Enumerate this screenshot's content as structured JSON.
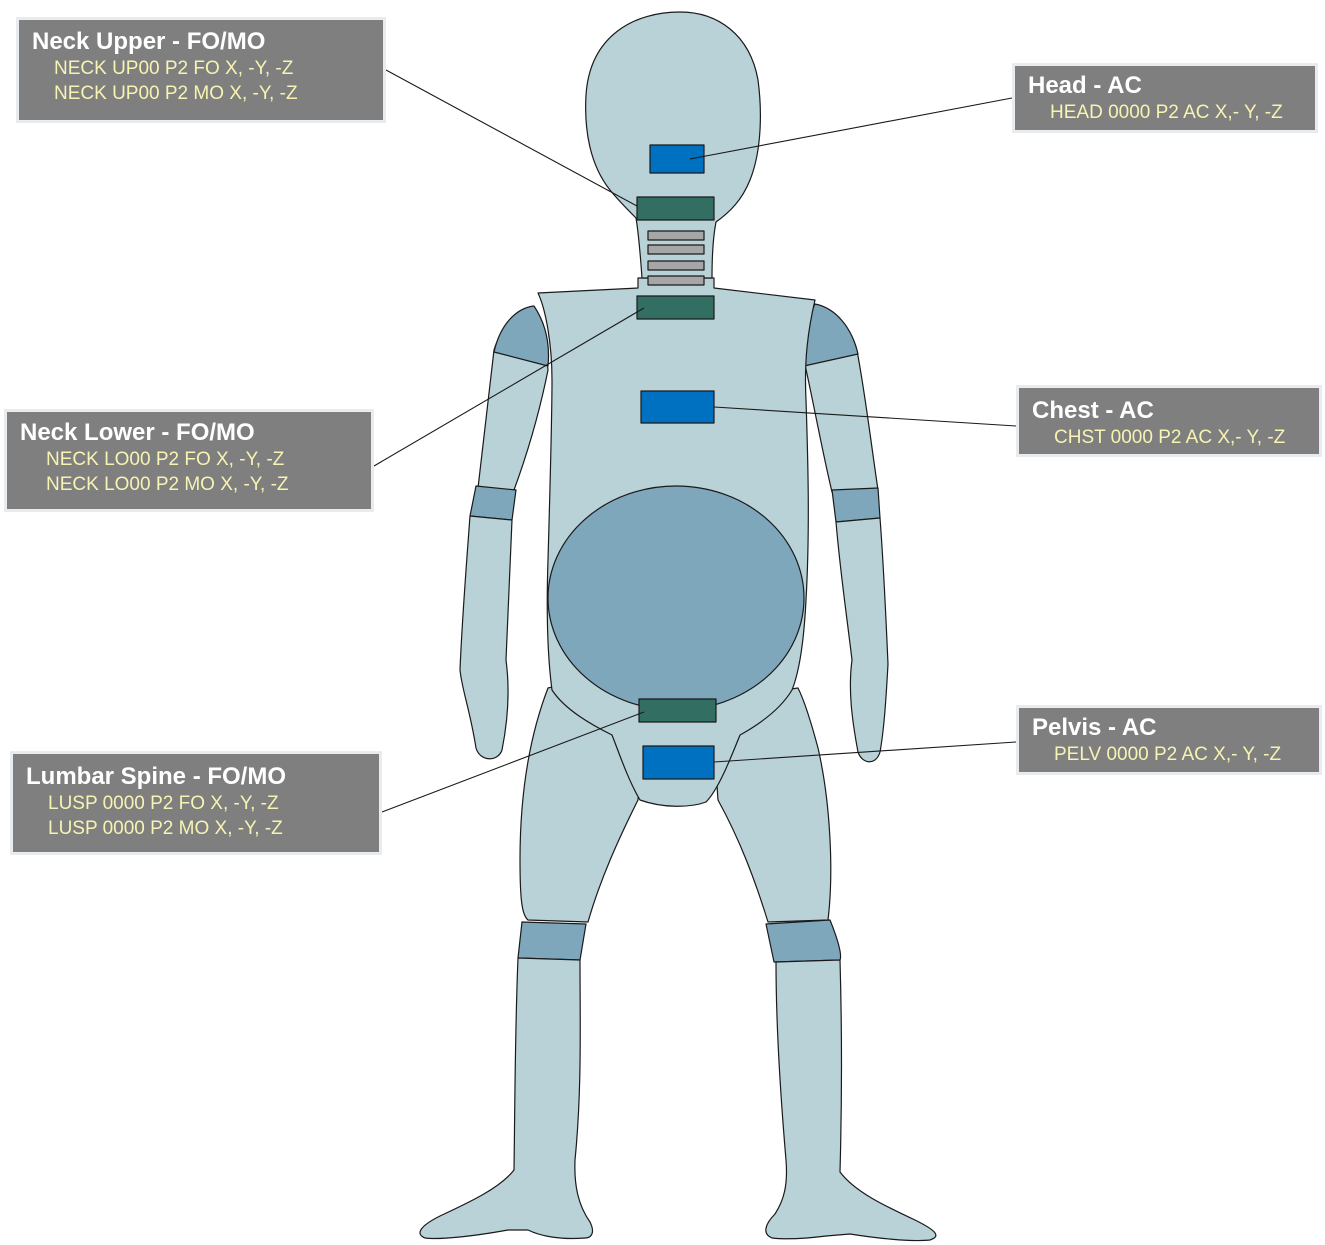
{
  "colors": {
    "body_fill": "#b9d2d7",
    "joint_fill": "#7ea7bc",
    "sensor_ac": "#0070c0",
    "sensor_fo_mo": "#336e62",
    "neck_segment": "#a6a6a6",
    "callout_fill": "#7f7f7f",
    "callout_title": "#ffffff",
    "callout_text": "#f7f3b2"
  },
  "callouts": {
    "neck_upper": {
      "title": "Neck Upper - FO/MO",
      "lines": [
        "NECK UP00 P2 FO X, -Y, -Z",
        "NECK UP00 P2 MO X, -Y, -Z"
      ]
    },
    "head": {
      "title": "Head - AC",
      "lines": [
        "HEAD 0000 P2 AC X,- Y, -Z"
      ]
    },
    "neck_lower": {
      "title": "Neck Lower - FO/MO",
      "lines": [
        "NECK LO00 P2 FO X, -Y, -Z",
        "NECK LO00 P2 MO X, -Y, -Z"
      ]
    },
    "chest": {
      "title": "Chest - AC",
      "lines": [
        "CHST 0000 P2  AC X,- Y, -Z"
      ]
    },
    "pelvis": {
      "title": "Pelvis - AC",
      "lines": [
        "PELV 0000 P2  AC X,- Y, -Z"
      ]
    },
    "lumbar_spine": {
      "title": "Lumbar Spine - FO/MO",
      "lines": [
        "LUSP 0000 P2 FO X, -Y, -Z",
        "LUSP 0000 P2 MO X, -Y, -Z"
      ]
    }
  }
}
